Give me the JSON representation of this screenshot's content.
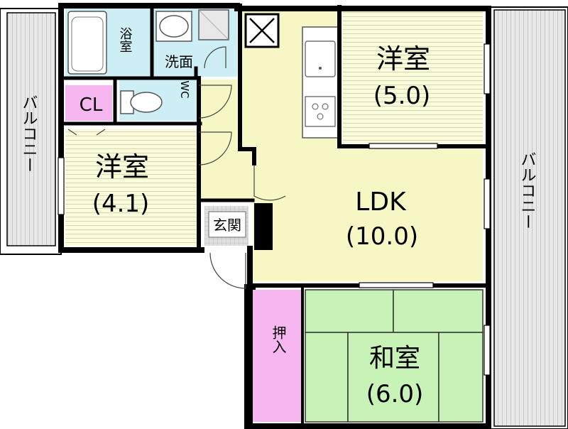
{
  "floorplan": {
    "balcony_left": "バルコニー",
    "balcony_right": "バルコニー",
    "bath": "浴室",
    "washroom": "洗面",
    "wc": "WC",
    "closet": "CL",
    "room_west_name": "洋室",
    "room_west_size": "(4.1)",
    "room_north_name": "洋室",
    "room_north_size": "(5.0)",
    "ldk_name": "LDK",
    "ldk_size": "(10.0)",
    "entrance": "玄関",
    "oshiire": "押入",
    "washitsu_name": "和室",
    "washitsu_size": "(6.0)"
  },
  "colors": {
    "wall": "#000000",
    "room_floor": "#fbfbdb",
    "ldk_floor": "#f7f6c5",
    "wet_area": "#cdeef5",
    "closet": "#f6b7f0",
    "tatami": "#c8f3b6",
    "balcony": "#e4e4e4",
    "entrance": "#d9d9d9"
  }
}
